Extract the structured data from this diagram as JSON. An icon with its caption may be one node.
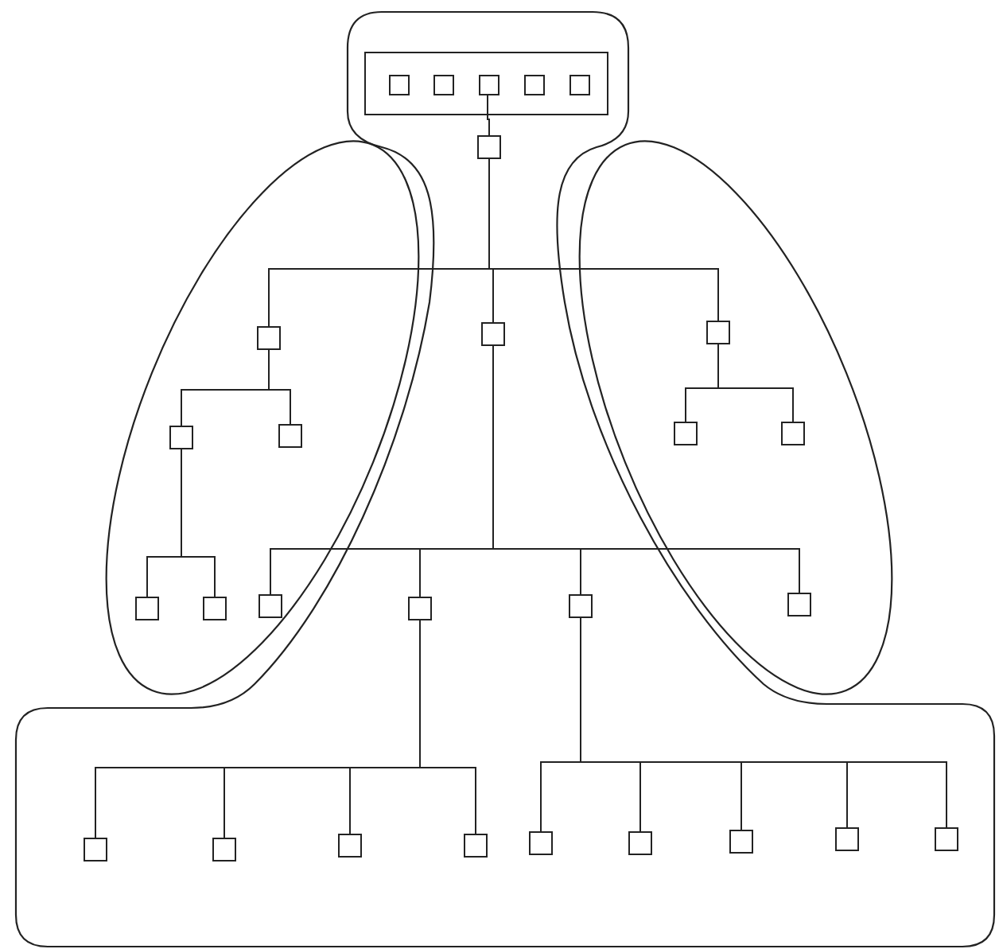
{
  "diagram": {
    "nodes": [
      {
        "text": [],
        "shape": "box"
      },
      {
        "text": [],
        "shape": "box",
        "in": 0
      },
      {
        "text": [],
        "shape": "box",
        "in": 1
      },
      {
        "text": [],
        "shape": "box",
        "in": 1
      },
      {
        "text": [],
        "shape": "box",
        "in": 1
      },
      {
        "text": [],
        "shape": "box",
        "in": 1
      },
      {
        "text": [],
        "shape": "box",
        "in": 1
      },
      {
        "text": [],
        "shape": "box",
        "in": 0
      },
      {
        "text": [],
        "shape": "box",
        "in": 0
      },
      {
        "text": [],
        "shape": "ellipse"
      },
      {
        "text": [],
        "shape": "box",
        "in": 9
      },
      {
        "text": [],
        "shape": "box",
        "in": 9
      },
      {
        "text": [],
        "shape": "box",
        "in": 9
      },
      {
        "text": [],
        "shape": "box",
        "in": 9
      },
      {
        "text": [],
        "shape": "box",
        "in": 9
      },
      {
        "text": [],
        "shape": "box",
        "in": 9
      },
      {
        "text": [],
        "shape": "ellipse"
      },
      {
        "text": [],
        "shape": "box",
        "in": 16
      },
      {
        "text": [],
        "shape": "box",
        "in": 16
      },
      {
        "text": [],
        "shape": "box",
        "in": 16
      },
      {
        "text": [],
        "shape": "box",
        "in": 16
      },
      {
        "text": [],
        "shape": "box",
        "in": 0
      },
      {
        "text": [],
        "shape": "box",
        "in": 0
      },
      {
        "text": [],
        "shape": "box",
        "in": 0
      },
      {
        "text": [],
        "shape": "box",
        "in": 0
      },
      {
        "text": [],
        "shape": "box",
        "in": 0
      },
      {
        "text": [],
        "shape": "box",
        "in": 0
      },
      {
        "text": [],
        "shape": "box",
        "in": 0
      },
      {
        "text": [],
        "shape": "box",
        "in": 0
      },
      {
        "text": [],
        "shape": "box",
        "in": 0
      },
      {
        "text": [],
        "shape": "box",
        "in": 0
      },
      {
        "text": [],
        "shape": "box",
        "in": 0
      }
    ],
    "edges": [
      {
        "from": 4,
        "to": 7,
        "arrow": "none"
      },
      {
        "from": 7,
        "to": 10,
        "arrow": "none"
      },
      {
        "from": 7,
        "to": 8,
        "arrow": "none"
      },
      {
        "from": 7,
        "to": 17,
        "arrow": "none"
      },
      {
        "from": 10,
        "to": 11,
        "arrow": "none"
      },
      {
        "from": 10,
        "to": 12,
        "arrow": "none"
      },
      {
        "from": 11,
        "to": 13,
        "arrow": "none"
      },
      {
        "from": 11,
        "to": 14,
        "arrow": "none"
      },
      {
        "from": 17,
        "to": 18,
        "arrow": "none"
      },
      {
        "from": 17,
        "to": 19,
        "arrow": "none"
      },
      {
        "from": 8,
        "to": 15,
        "arrow": "none"
      },
      {
        "from": 8,
        "to": 21,
        "arrow": "none"
      },
      {
        "from": 8,
        "to": 22,
        "arrow": "none"
      },
      {
        "from": 8,
        "to": 20,
        "arrow": "none"
      },
      {
        "from": 21,
        "to": 23,
        "arrow": "none"
      },
      {
        "from": 21,
        "to": 24,
        "arrow": "none"
      },
      {
        "from": 21,
        "to": 25,
        "arrow": "none"
      },
      {
        "from": 21,
        "to": 26,
        "arrow": "none"
      },
      {
        "from": 22,
        "to": 27,
        "arrow": "none"
      },
      {
        "from": 22,
        "to": 28,
        "arrow": "none"
      },
      {
        "from": 22,
        "to": 29,
        "arrow": "none"
      },
      {
        "from": 22,
        "to": 30,
        "arrow": "none"
      },
      {
        "from": 22,
        "to": 31,
        "arrow": "none"
      }
    ]
  }
}
